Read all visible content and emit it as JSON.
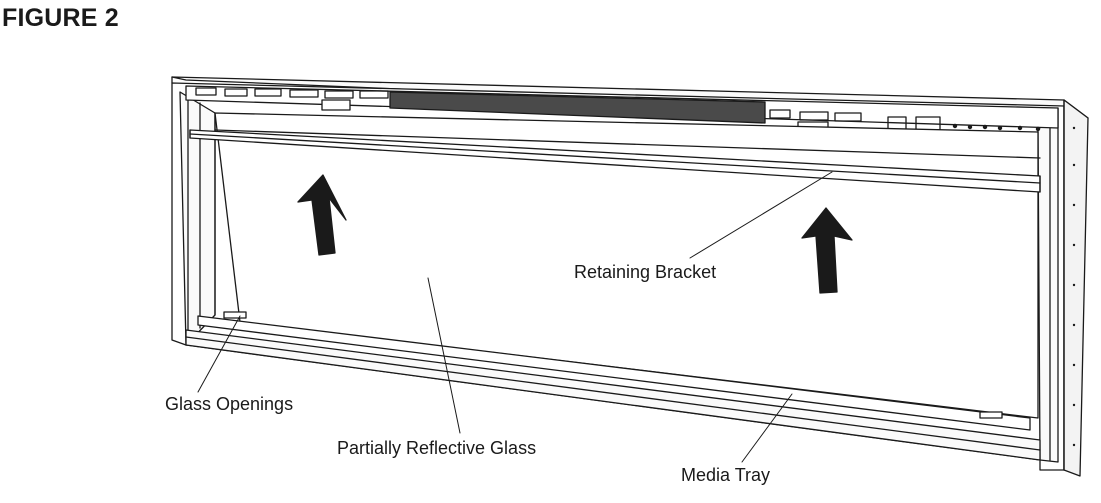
{
  "figure": {
    "title": "FIGURE 2"
  },
  "callouts": {
    "retaining_bracket": "Retaining Bracket",
    "glass_openings": "Glass Openings",
    "partially_reflective_glass": "Partially Reflective Glass",
    "media_tray": "Media Tray"
  },
  "indicators": {
    "arrow_direction": "up"
  }
}
